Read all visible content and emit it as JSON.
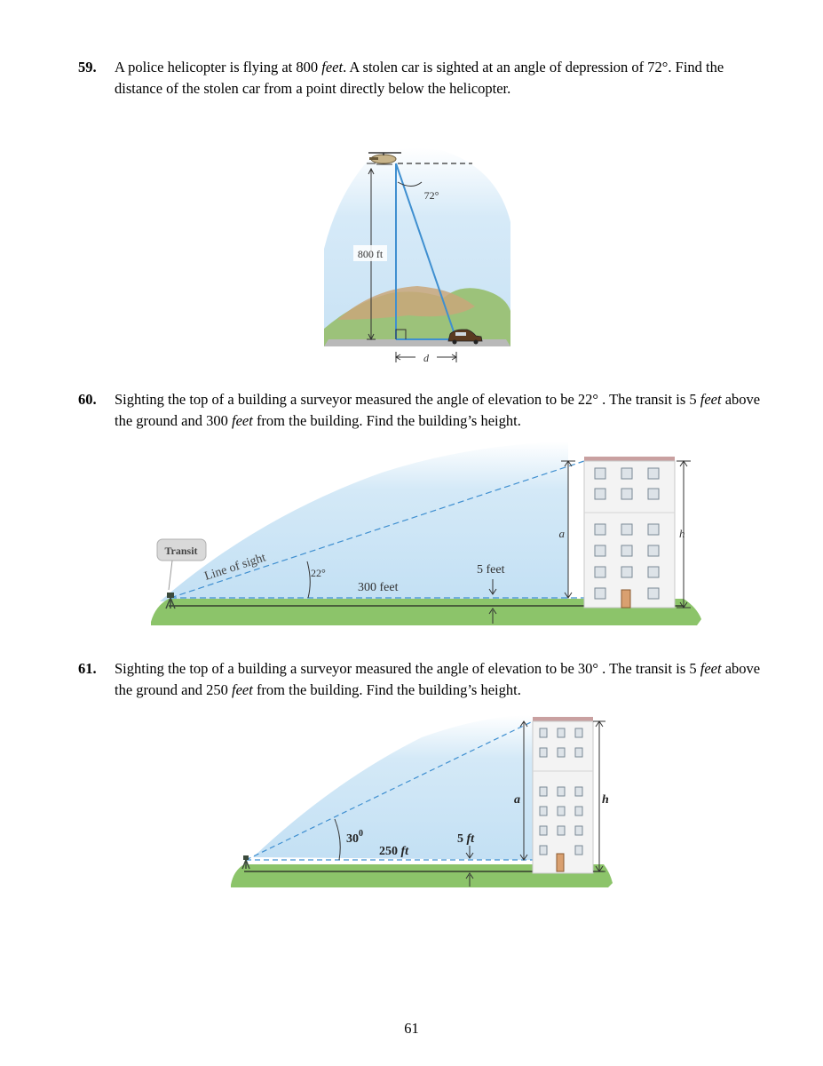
{
  "problems": [
    {
      "number": "59.",
      "parts": [
        "A police helicopter is flying at 800 ",
        "feet",
        ". A stolen car is sighted at an angle of depression of 72°. Find the distance of the stolen car from a point directly below the helicopter."
      ],
      "figure": {
        "angle_label": "72°",
        "height_label": "800 ft",
        "distance_label": "d"
      }
    },
    {
      "number": "60.",
      "parts": [
        "Sighting the top of a building a surveyor measured the angle of elevation to be  22° . The transit is 5 ",
        "feet",
        " above the ground and 300 ",
        "feet",
        " from the building. Find the building’s height."
      ],
      "figure": {
        "transit_label": "Transit",
        "line_label": "Line of sight",
        "angle_label": "22°",
        "distance_label": "300 feet",
        "offset_label": "5 feet",
        "a_label": "a",
        "h_label": "h"
      }
    },
    {
      "number": "61.",
      "parts": [
        "Sighting the top of a building a surveyor measured the angle of elevation to be  30° . The transit is 5 ",
        "feet",
        " above the ground and 250 ",
        "feet",
        " from the building. Find the building’s height."
      ],
      "figure": {
        "angle_value": "30",
        "angle_degree": "0",
        "distance_value": "250 ",
        "distance_unit": "ft",
        "offset_value": "5 ",
        "offset_unit": "ft",
        "a_label": "a",
        "h_label": "h"
      }
    }
  ],
  "page_number": "61",
  "colors": {
    "sky": "#cfe6f6",
    "line": "#3f8fd0",
    "grass": "#8cc46a",
    "building": "#f1f1f1",
    "roof": "#c9a0a0"
  }
}
